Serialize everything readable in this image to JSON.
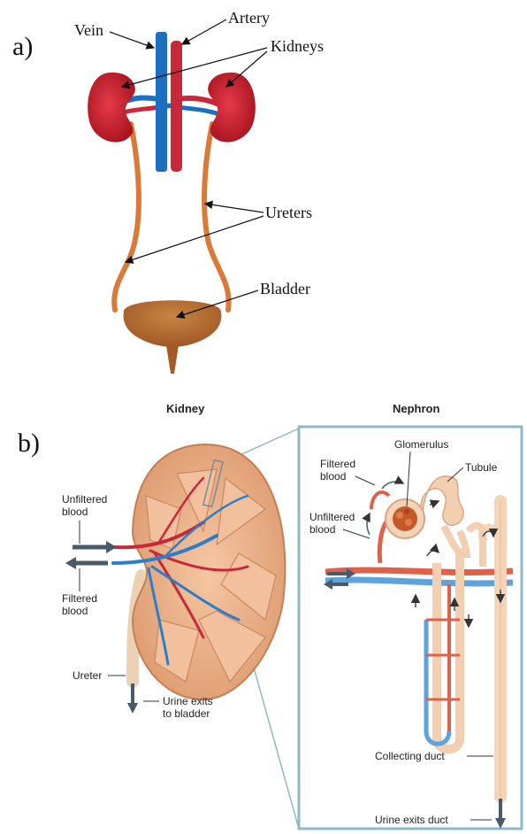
{
  "panel_a": {
    "letter": "a)",
    "labels": {
      "vein": "Vein",
      "artery": "Artery",
      "kidneys": "Kidneys",
      "ureters": "Ureters",
      "bladder": "Bladder"
    }
  },
  "panel_b": {
    "letter": "b)",
    "kidney_title": "Kidney",
    "nephron_title": "Nephron",
    "kidney_labels": {
      "unfiltered_1": "Unfiltered",
      "unfiltered_2": "blood",
      "filtered_1": "Filtered",
      "filtered_2": "blood",
      "ureter": "Ureter",
      "urine_1": "Urine exits",
      "urine_2": "to bladder"
    },
    "nephron_labels": {
      "glomerulus": "Glomerulus",
      "tubule": "Tubule",
      "filtered_1": "Filtered",
      "filtered_2": "blood",
      "unfiltered_1": "Unfiltered",
      "unfiltered_2": "blood",
      "collecting_duct": "Collecting duct",
      "urine_exits_duct": "Urine exits duct"
    }
  },
  "colors": {
    "vein": "#1f6fc0",
    "artery": "#c8283a",
    "kidney_red": "#c8202f",
    "ureter": "#d97a36",
    "bladder": "#b5672c",
    "kidney_tan": "#e9ac85",
    "frame": "#8fb8c8",
    "arrow_dark": "#4a5a6a"
  }
}
